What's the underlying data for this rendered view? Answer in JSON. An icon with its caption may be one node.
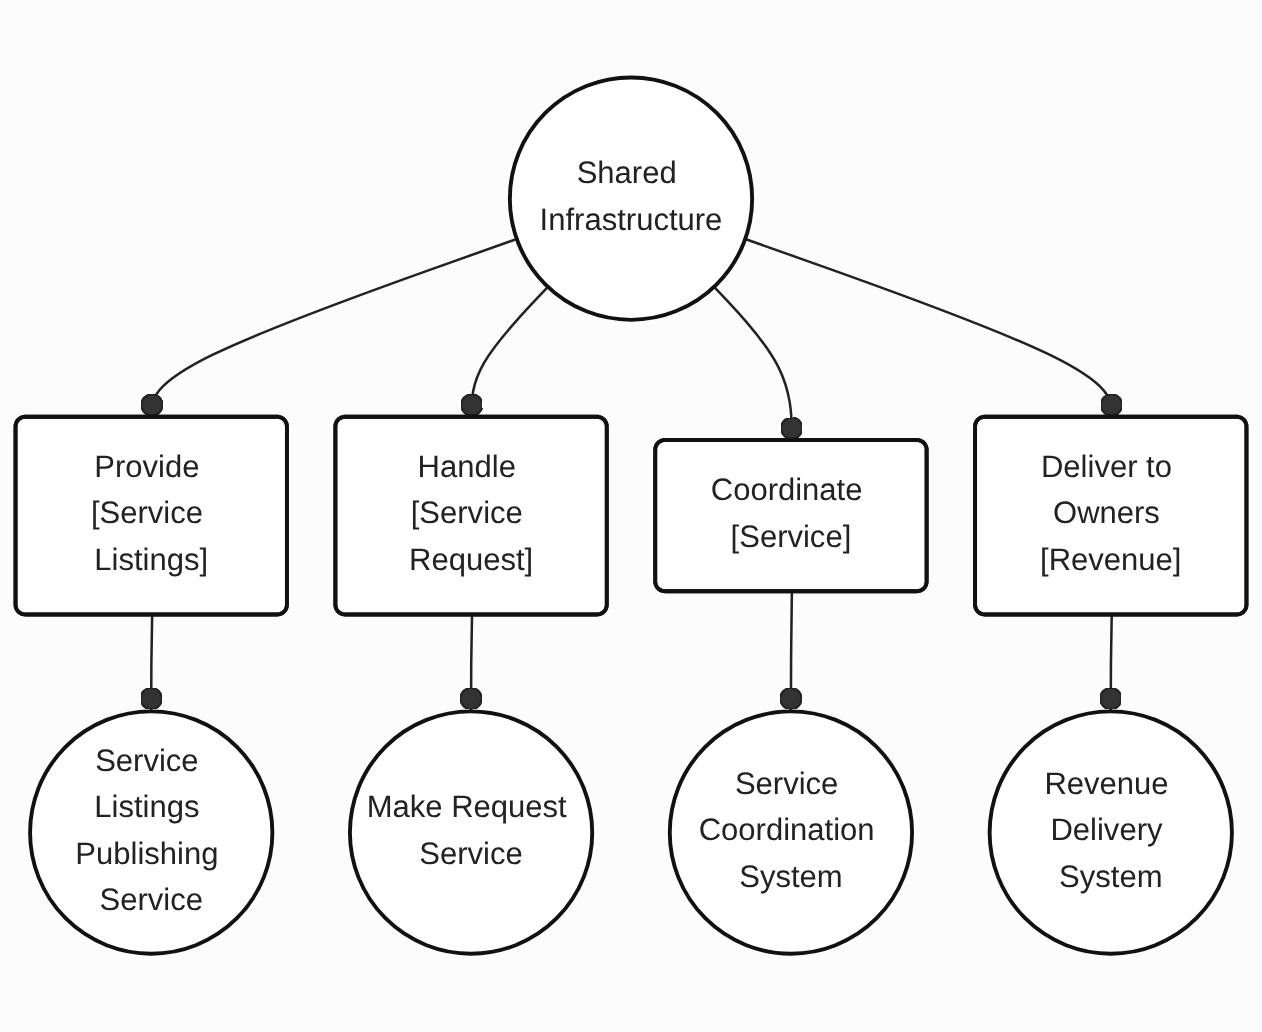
{
  "diagram": {
    "nodes": [
      {
        "text": [
          "Shared Infrastructure"
        ]
      },
      {
        "text": [
          "Provide [Service Listings]"
        ]
      },
      {
        "text": [
          "Handle [Service Request]"
        ]
      },
      {
        "text": [
          "Coordinate [Service]"
        ]
      },
      {
        "text": [
          "Deliver to Owners [Revenue]"
        ]
      },
      {
        "text": [
          "Service Listings Publishing Service"
        ]
      },
      {
        "text": [
          "Make Request Service"
        ]
      },
      {
        "text": [
          "Service Coordination System"
        ]
      },
      {
        "text": [
          "Revenue Delivery System"
        ]
      }
    ],
    "edges": [
      {
        "from": 0,
        "to": 1,
        "arrow": "other"
      },
      {
        "from": 0,
        "to": 2,
        "arrow": "other"
      },
      {
        "from": 0,
        "to": 3,
        "arrow": "other"
      },
      {
        "from": 0,
        "to": 4,
        "arrow": "other"
      },
      {
        "from": 1,
        "to": 5,
        "arrow": "other"
      },
      {
        "from": 2,
        "to": 6,
        "arrow": "other"
      },
      {
        "from": 3,
        "to": 7,
        "arrow": "other"
      },
      {
        "from": 4,
        "to": 8,
        "arrow": "other"
      }
    ]
  }
}
